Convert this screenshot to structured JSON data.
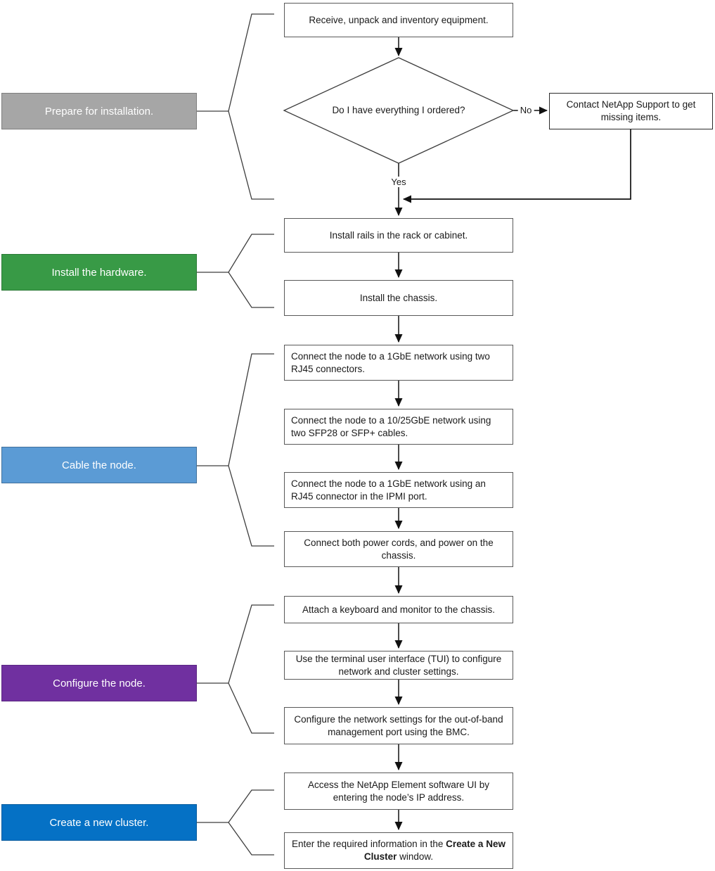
{
  "phases": [
    {
      "label": "Prepare for installation.",
      "color": "#A6A6A6",
      "border": "#7F7F7F"
    },
    {
      "label": "Install the hardware.",
      "color": "#389A46",
      "border": "#2C7A37"
    },
    {
      "label": "Cable the node.",
      "color": "#5B9BD5",
      "border": "#41719C"
    },
    {
      "label": "Configure the node.",
      "color": "#7030A0",
      "border": "#5A2682"
    },
    {
      "label": "Create a new cluster.",
      "color": "#0571C5",
      "border": "#055A9D"
    }
  ],
  "decision": {
    "question": "Do I have everything I ordered?",
    "yes_label": "Yes",
    "no_label": "No"
  },
  "support": {
    "text": "Contact NetApp Support to get missing items."
  },
  "steps": [
    {
      "text": "Receive, unpack and inventory equipment."
    },
    {
      "text": "Install rails in the rack or cabinet."
    },
    {
      "text": "Install the chassis."
    },
    {
      "text": "Connect the node to a 1GbE network using two RJ45 connectors."
    },
    {
      "text": "Connect the node to a 10/25GbE network using two SFP28 or SFP+ cables."
    },
    {
      "text": "Connect the node to a 1GbE network using an RJ45 connector in the IPMI port."
    },
    {
      "text": "Connect both power cords, and power on the chassis."
    },
    {
      "text": "Attach a keyboard and monitor to the chassis."
    },
    {
      "text": "Use the terminal user interface (TUI) to configure network and cluster settings."
    },
    {
      "text": "Configure the network settings for the out-of-band management port using the BMC."
    },
    {
      "text": "Access the NetApp Element software UI by entering the node’s IP address."
    },
    {
      "prefix": "Enter the required information in the ",
      "bold": "Create a New Cluster",
      "suffix": " window."
    }
  ]
}
